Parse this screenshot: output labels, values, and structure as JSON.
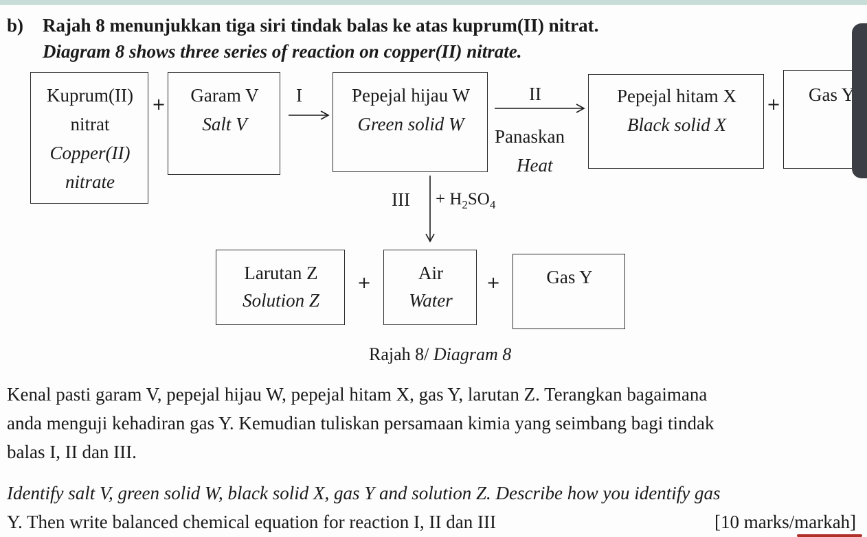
{
  "question": {
    "label": "b)",
    "line_ms": "Rajah 8 menunjukkan tiga siri tindak balas ke atas kuprum(II) nitrat.",
    "line_en": "Diagram 8 shows three series of reaction on copper(II) nitrate."
  },
  "diagram": {
    "box_copper": {
      "ms1": "Kuprum(II)",
      "ms2": "nitrat",
      "en1": "Copper(II)",
      "en2": "nitrate"
    },
    "box_salt": {
      "ms": "Garam V",
      "en": "Salt V"
    },
    "box_green": {
      "ms": "Pepejal hijau W",
      "en": "Green solid W"
    },
    "box_black": {
      "ms": "Pepejal hitam X",
      "en": "Black solid X"
    },
    "box_gas_top": {
      "ms": "Gas Y"
    },
    "box_solution": {
      "ms": "Larutan Z",
      "en": "Solution Z"
    },
    "box_water": {
      "ms": "Air",
      "en": "Water"
    },
    "box_gas_y": {
      "ms": "Gas Y"
    },
    "plus": "+",
    "arrow_I": "I",
    "arrow_II": "II",
    "arrow_II_ms": "Panaskan",
    "arrow_II_en": "Heat",
    "arrow_III": "III",
    "reagent_plus": "+ H",
    "reagent_sub2": "2",
    "reagent_so": "SO",
    "reagent_sub4": "4",
    "caption_ms": "Rajah 8/ ",
    "caption_en": "Diagram 8"
  },
  "instructions": {
    "ms_line1": "Kenal pasti garam V, pepejal hijau W, pepejal hitam X, gas Y, larutan Z. Terangkan bagaimana",
    "ms_line2": "anda menguji kehadiran gas Y. Kemudian tuliskan persamaan kimia yang seimbang bagi tindak",
    "ms_line3": "balas I, II dan III.",
    "en_line1": "Identify salt V, green solid W, black solid X, gas Y and solution Z. Describe how you identify gas",
    "en_line2": "Y. Then write balanced chemical equation for reaction I, II dan III",
    "marks": "[10 marks/markah]"
  },
  "colors": {
    "scrollbar": "#3b3f45",
    "top_bar": "#c8dcd8",
    "underline": "#b0302a"
  }
}
